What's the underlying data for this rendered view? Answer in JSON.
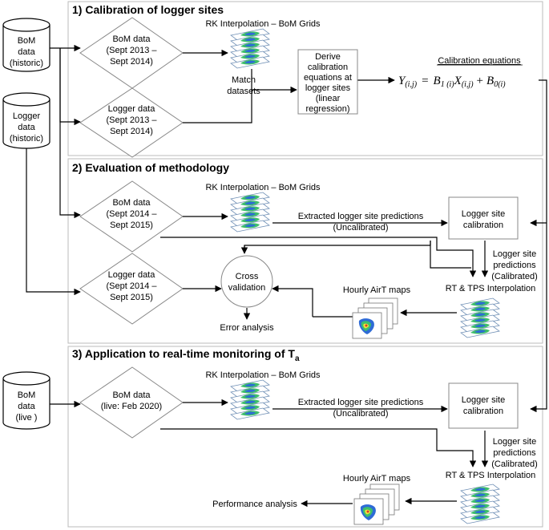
{
  "sections": {
    "s1": {
      "num": "1)",
      "title": "Calibration of logger sites"
    },
    "s2": {
      "num": "2)",
      "title": "Evaluation of methodology"
    },
    "s3": {
      "num": "3)",
      "title": "Application to real-time monitoring of T",
      "subscript": "a"
    }
  },
  "cylinders": {
    "bom_historic": [
      "BoM",
      "data",
      "(historic)"
    ],
    "logger_historic": [
      "Logger",
      "data",
      "(historic)"
    ],
    "bom_live": [
      "BoM",
      "data",
      "(live )"
    ]
  },
  "diamonds": {
    "d1": [
      "BoM data",
      "(Sept 2013 –",
      "Sept 2014)"
    ],
    "d2": [
      "Logger data",
      "(Sept 2013 –",
      "Sept 2014)"
    ],
    "d3": [
      "BoM data",
      "(Sept 2014 –",
      "Sept 2015)"
    ],
    "d4": [
      "Logger data",
      "(Sept 2014 –",
      "Sept 2015)"
    ],
    "d5": [
      "BoM data",
      "(live: Feb 2020)"
    ]
  },
  "labels": {
    "rk_grids": "RK Interpolation – BoM Grids",
    "match_datasets": [
      "Match",
      "datasets"
    ],
    "derive_box": [
      "Derive",
      "calibration",
      "equations at",
      "logger sites",
      "(linear",
      "regression)"
    ],
    "calibration_equations": "Calibration equations",
    "extracted_predictions": "Extracted logger site predictions",
    "uncalibrated": "(Uncalibrated)",
    "logger_site_calibration": [
      "Logger site",
      "calibration"
    ],
    "logger_site_predictions": [
      "Logger site",
      "predictions",
      "(Calibrated)"
    ],
    "rt_tps": "RT & TPS Interpolation",
    "hourly_maps": "Hourly AirT maps",
    "cross_validation": [
      "Cross",
      "validation"
    ],
    "error_analysis": "Error analysis",
    "performance_analysis": "Performance analysis"
  },
  "equation": {
    "lhs": "Y",
    "lhs_sub": "(i,j)",
    "eq_sign": "=",
    "b1": "B",
    "b1_sub": "1 (i)",
    "x": "X",
    "x_sub": "(i,j)",
    "plus": "+",
    "b0": "B",
    "b0_sub": "0(i)"
  },
  "colors": {
    "line": "#000000",
    "panel_border": "#bbbbbb",
    "map_yellow": "#f4e23a",
    "map_green": "#3fbf6a",
    "map_blue": "#2e6bd6",
    "map_red": "#d93b2b"
  }
}
